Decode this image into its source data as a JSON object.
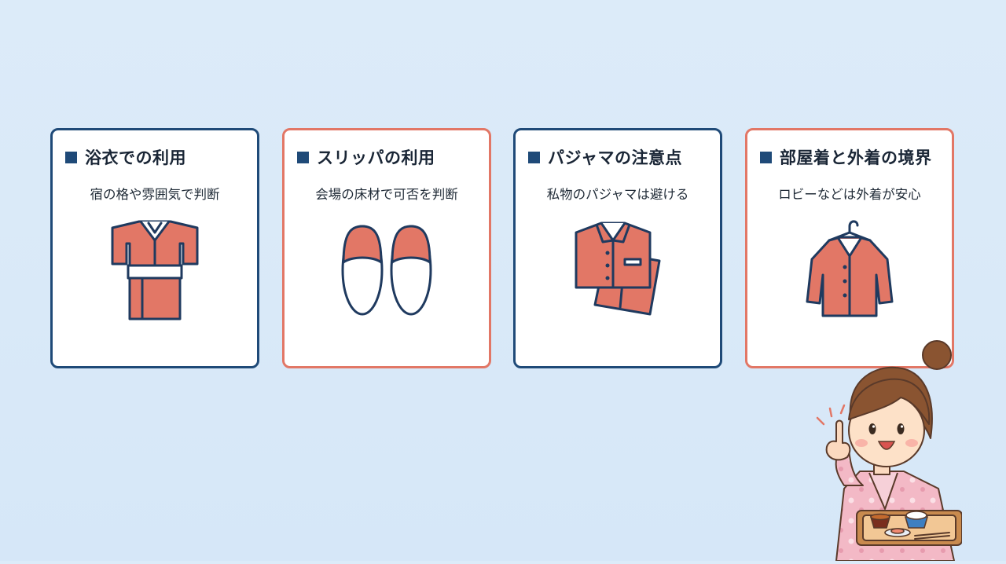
{
  "cards": [
    {
      "title": "浴衣での利用",
      "subtitle": "宿の格や雰囲気で判断",
      "icon": "yukata-icon",
      "border_color": "#1f4a78"
    },
    {
      "title": "スリッパの利用",
      "subtitle": "会場の床材で可否を判断",
      "icon": "slippers-icon",
      "border_color": "#e27766"
    },
    {
      "title": "パジャマの注意点",
      "subtitle": "私物のパジャマは避ける",
      "icon": "pajamas-icon",
      "border_color": "#1f4a78"
    },
    {
      "title": "部屋着と外着の境界",
      "subtitle": "ロビーなどは外着が安心",
      "icon": "shirt-on-hanger-icon",
      "border_color": "#e27766"
    }
  ],
  "colors": {
    "background": "#dcebf9",
    "navy": "#1f4a78",
    "coral": "#e27766",
    "illustration_fill": "#e27766",
    "illustration_stroke": "#1f3a5f"
  },
  "illustration": "woman-in-yukata-holding-breakfast-tray-pointing"
}
